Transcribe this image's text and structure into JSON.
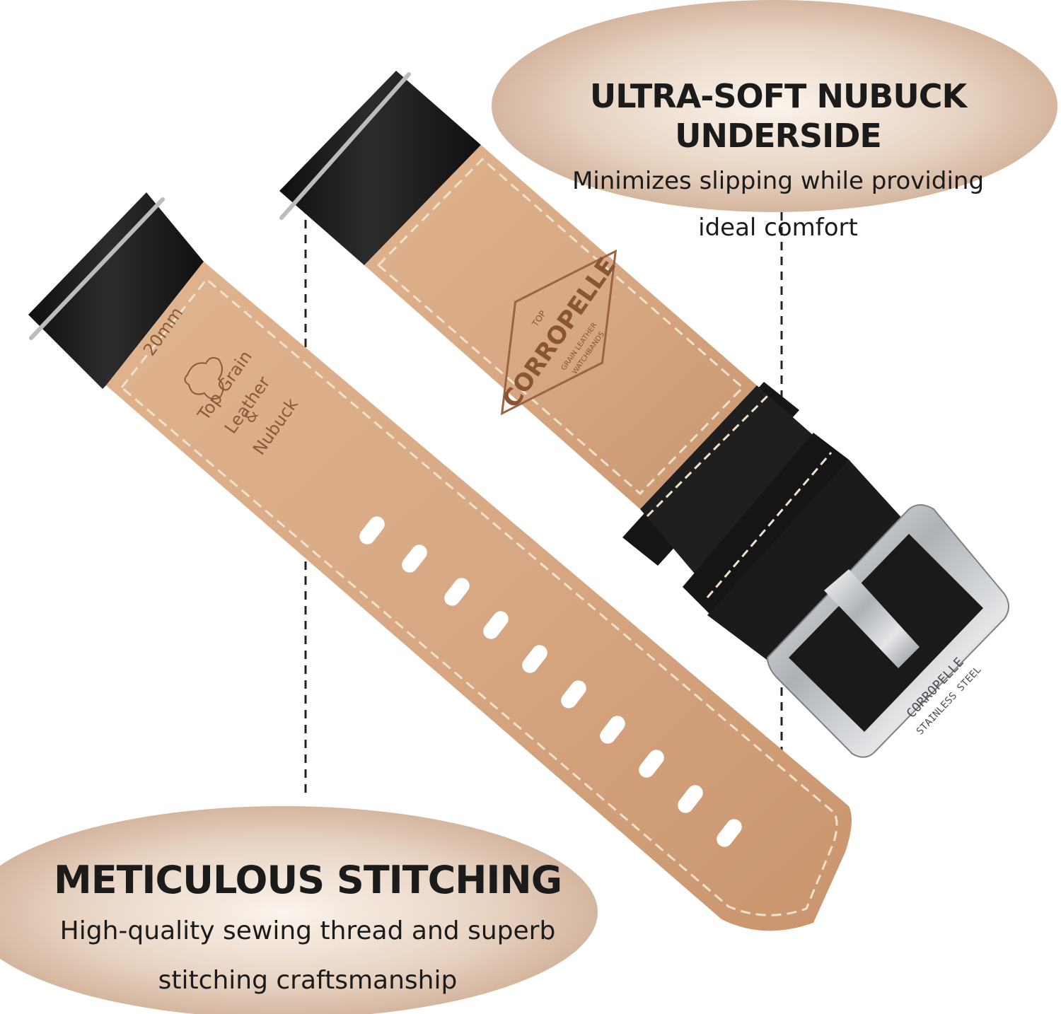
{
  "callouts": {
    "underside": {
      "title": "ULTRA-SOFT NUBUCK UNDERSIDE",
      "line1": "Minimizes slipping while providing",
      "line2": "ideal comfort"
    },
    "stitching": {
      "title": "METICULOUS STITCHING",
      "line1": "High-quality sewing thread and superb",
      "line2": "stitching craftsmanship"
    }
  },
  "strap_imprint": {
    "size": "20mm",
    "line1": "Top Grain",
    "line2": "Leather",
    "line3": "&",
    "line4": "Nubuck"
  },
  "brand_stamp": {
    "name": "CORROPELLE",
    "sub1": "TOP",
    "sub2": "GRAIN LEATHER",
    "sub3": "WATCHBANDS"
  },
  "buckle_engraving": {
    "brand": "CORROPELLE",
    "material": "STAINLESS STEEL"
  },
  "colors": {
    "callout_fill": "#d9bfa8",
    "leather_black": "#1c1c1c",
    "nubuck_tan": "#d9ab86",
    "stitch": "#efe2cf",
    "buckle_silver": "#c9cccf"
  }
}
